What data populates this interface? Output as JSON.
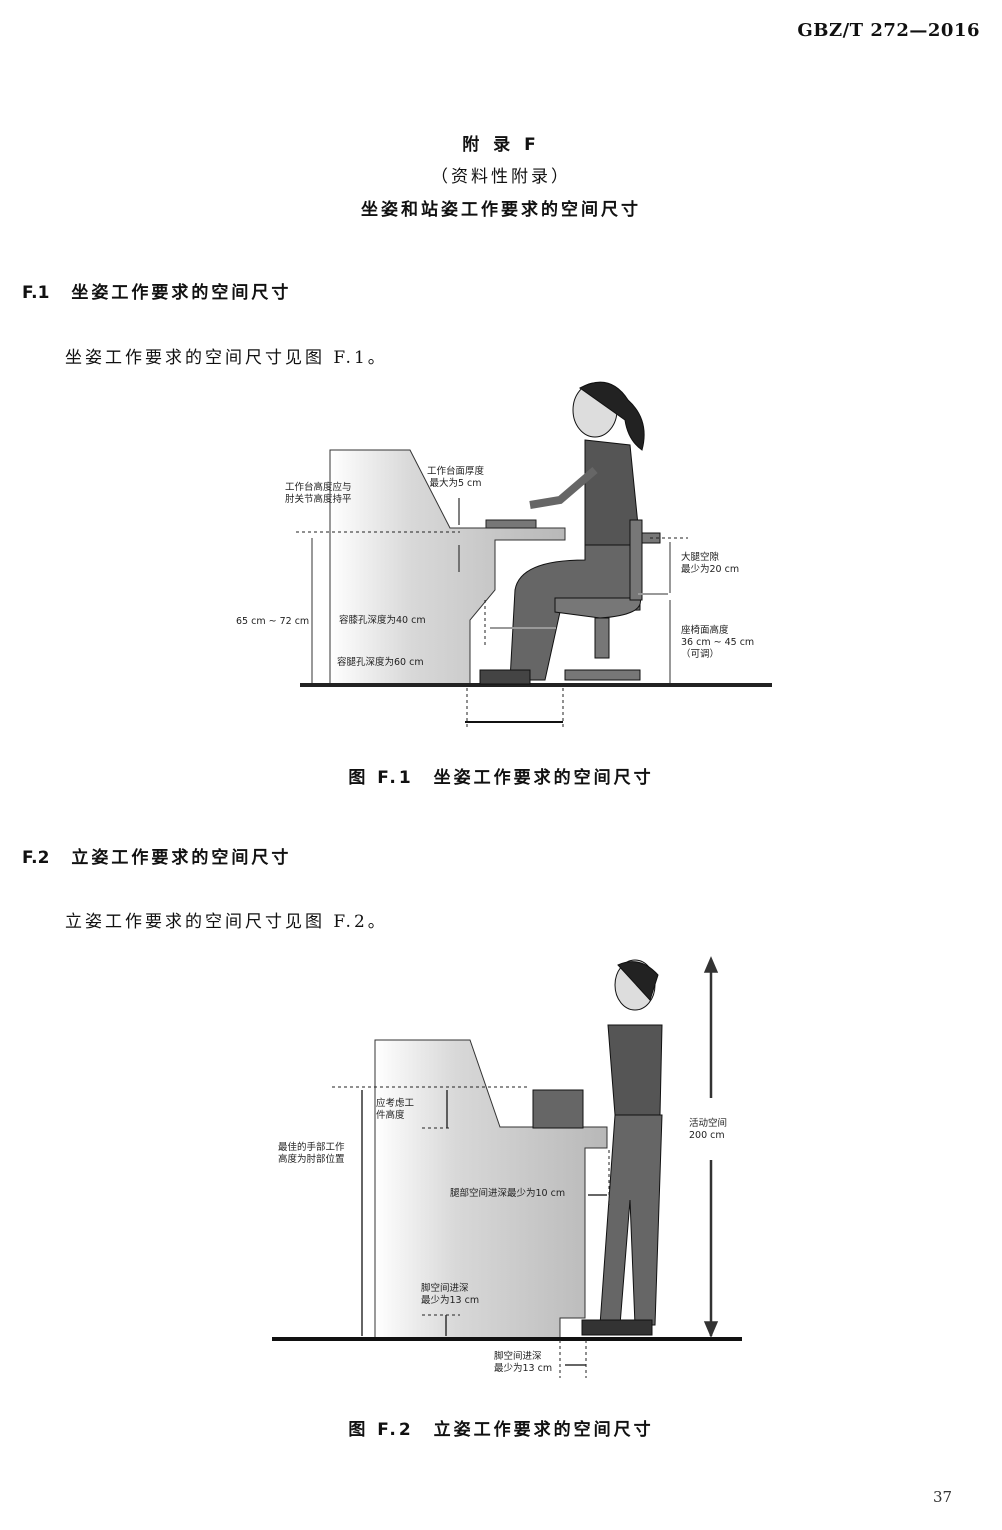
{
  "header": {
    "standard_code": "GBZ/T 272—2016"
  },
  "appendix": {
    "title": "附 录 F",
    "type": "（资料性附录）",
    "heading": "坐姿和站姿工作要求的空间尺寸"
  },
  "sections": [
    {
      "number": "F.1",
      "title": "坐姿工作要求的空间尺寸",
      "paragraph": "坐姿工作要求的空间尺寸见图 F.1。",
      "figure": {
        "caption_number": "图 F.1",
        "caption_title": "坐姿工作要求的空间尺寸",
        "labels": {
          "desk_height_l1": "工作台高度应与",
          "desk_height_l2": "肘关节高度持平",
          "top_thickness_l1": "工作台面厚度",
          "top_thickness_l2": "最大为5 cm",
          "height_range": "65 cm ~ 72 cm",
          "knee_depth": "容膝孔深度为40 cm",
          "leg_depth": "容腿孔深度为60 cm",
          "thigh_l1": "大腿空隙",
          "thigh_l2": "最少为20 cm",
          "seat_l1": "座椅面高度",
          "seat_l2": "36 cm ~ 45 cm",
          "seat_l3": "（可调）"
        }
      }
    },
    {
      "number": "F.2",
      "title": "立姿工作要求的空间尺寸",
      "paragraph": "立姿工作要求的空间尺寸见图 F.2。",
      "figure": {
        "caption_number": "图 F.2",
        "caption_title": "立姿工作要求的空间尺寸",
        "labels": {
          "workpiece_l1": "应考虑工",
          "workpiece_l2": "件高度",
          "best_l1": "最佳的手部工作",
          "best_l2": "高度为肘部位置",
          "leg_space": "腿部空间进深最少为10 cm",
          "foot_l1": "脚空间进深",
          "foot_l2": "最少为13 cm",
          "foot_b_l1": "脚空间进深",
          "foot_b_l2": "最少为13 cm",
          "activity_l1": "活动空间",
          "activity_l2": "200 cm"
        }
      }
    }
  ],
  "page_number": "37"
}
